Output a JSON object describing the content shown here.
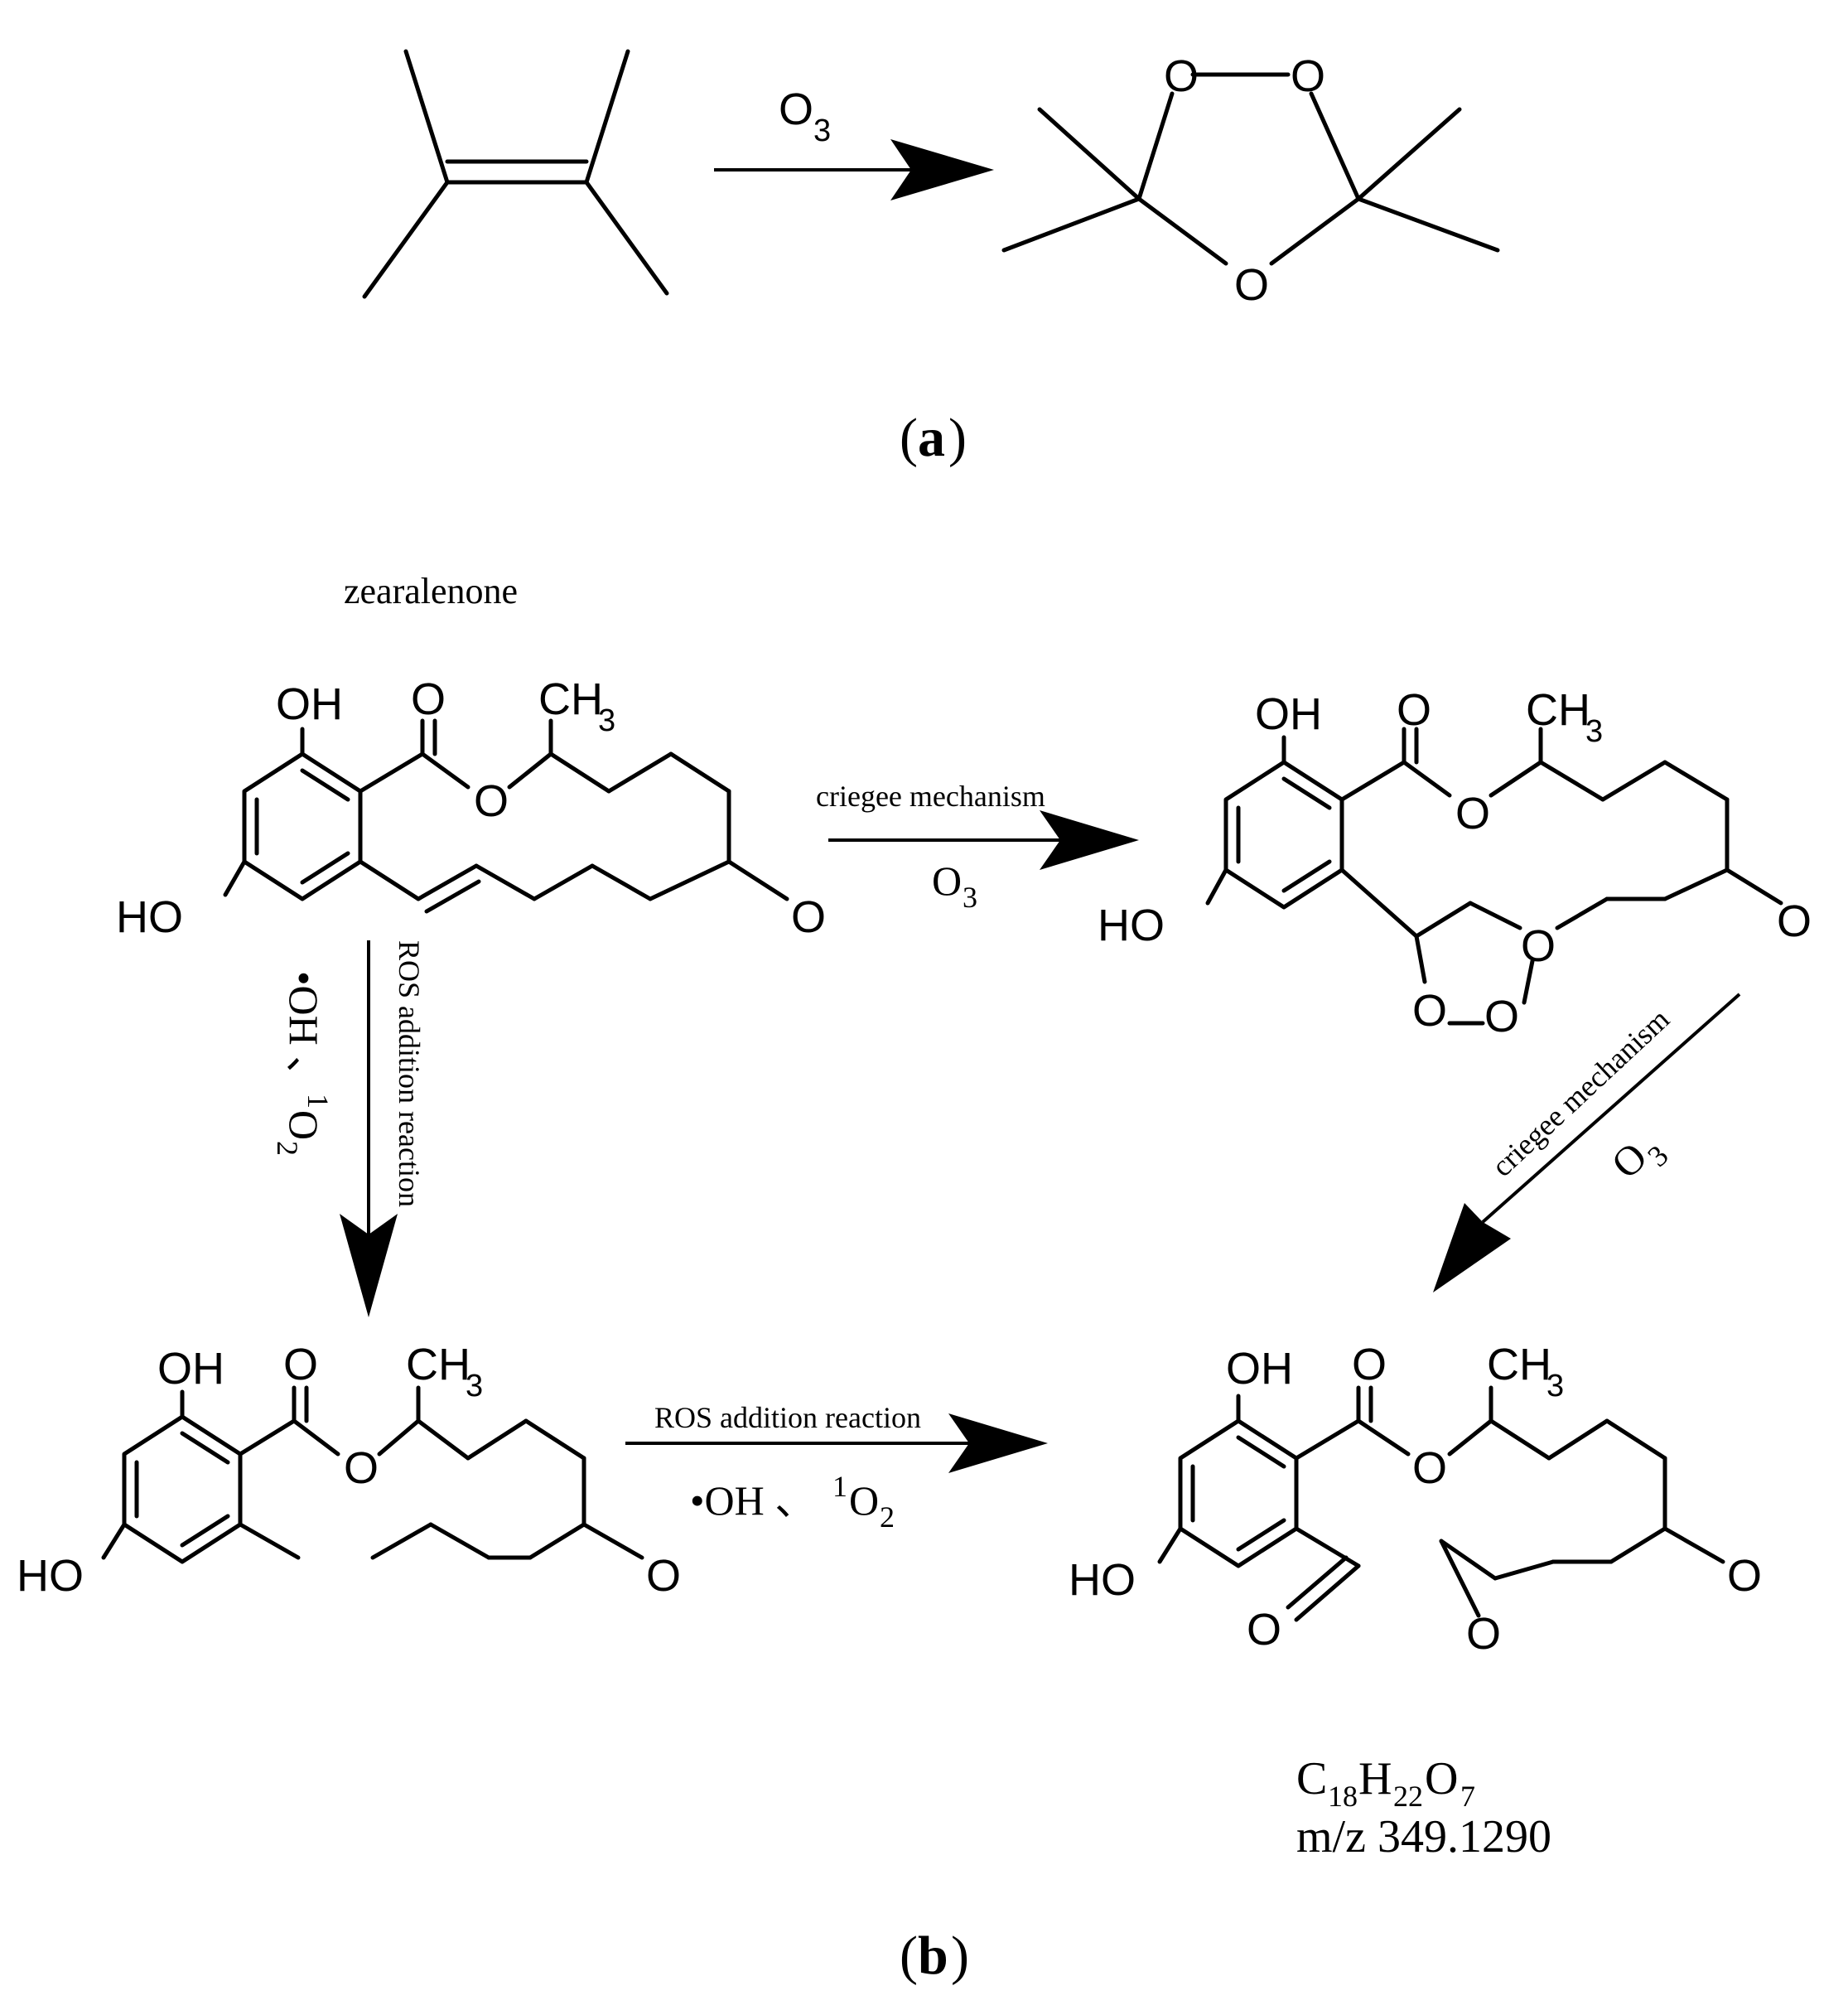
{
  "panel_a": {
    "label_open": "(",
    "label_letter": "a",
    "label_close": ")",
    "reagent": "O",
    "reagent_sub": "3",
    "product_atoms": [
      "O",
      "O",
      "O"
    ]
  },
  "panel_b": {
    "label_open": "(",
    "label_letter": "b",
    "label_close": ")",
    "start_name": "zearalenone",
    "atoms": {
      "oh": "OH",
      "ho": "HO",
      "o": "O",
      "ch": "CH",
      "three": "3"
    },
    "arrow_top": {
      "label": "criegee mechanism",
      "reagent": "O",
      "reagent_sub": "3"
    },
    "arrow_diag": {
      "label": "criegee mechanism",
      "reagent": "O",
      "reagent_sub": "3"
    },
    "arrow_down": {
      "label": "ROS addition reaction",
      "reagent_pre": "•OH 、",
      "reagent_sup": "1",
      "reagent_o": "O",
      "reagent_sub": "2"
    },
    "arrow_bottom": {
      "label": "ROS addition reaction",
      "reagent_pre": "•OH 、",
      "reagent_sup": "1",
      "reagent_o": "O",
      "reagent_sub": "2"
    },
    "product_formula": {
      "c": "C",
      "c_n": "18",
      "h": "H",
      "h_n": "22",
      "o": "O",
      "o_n": "7"
    },
    "product_mz": "m/z 349.1290"
  }
}
